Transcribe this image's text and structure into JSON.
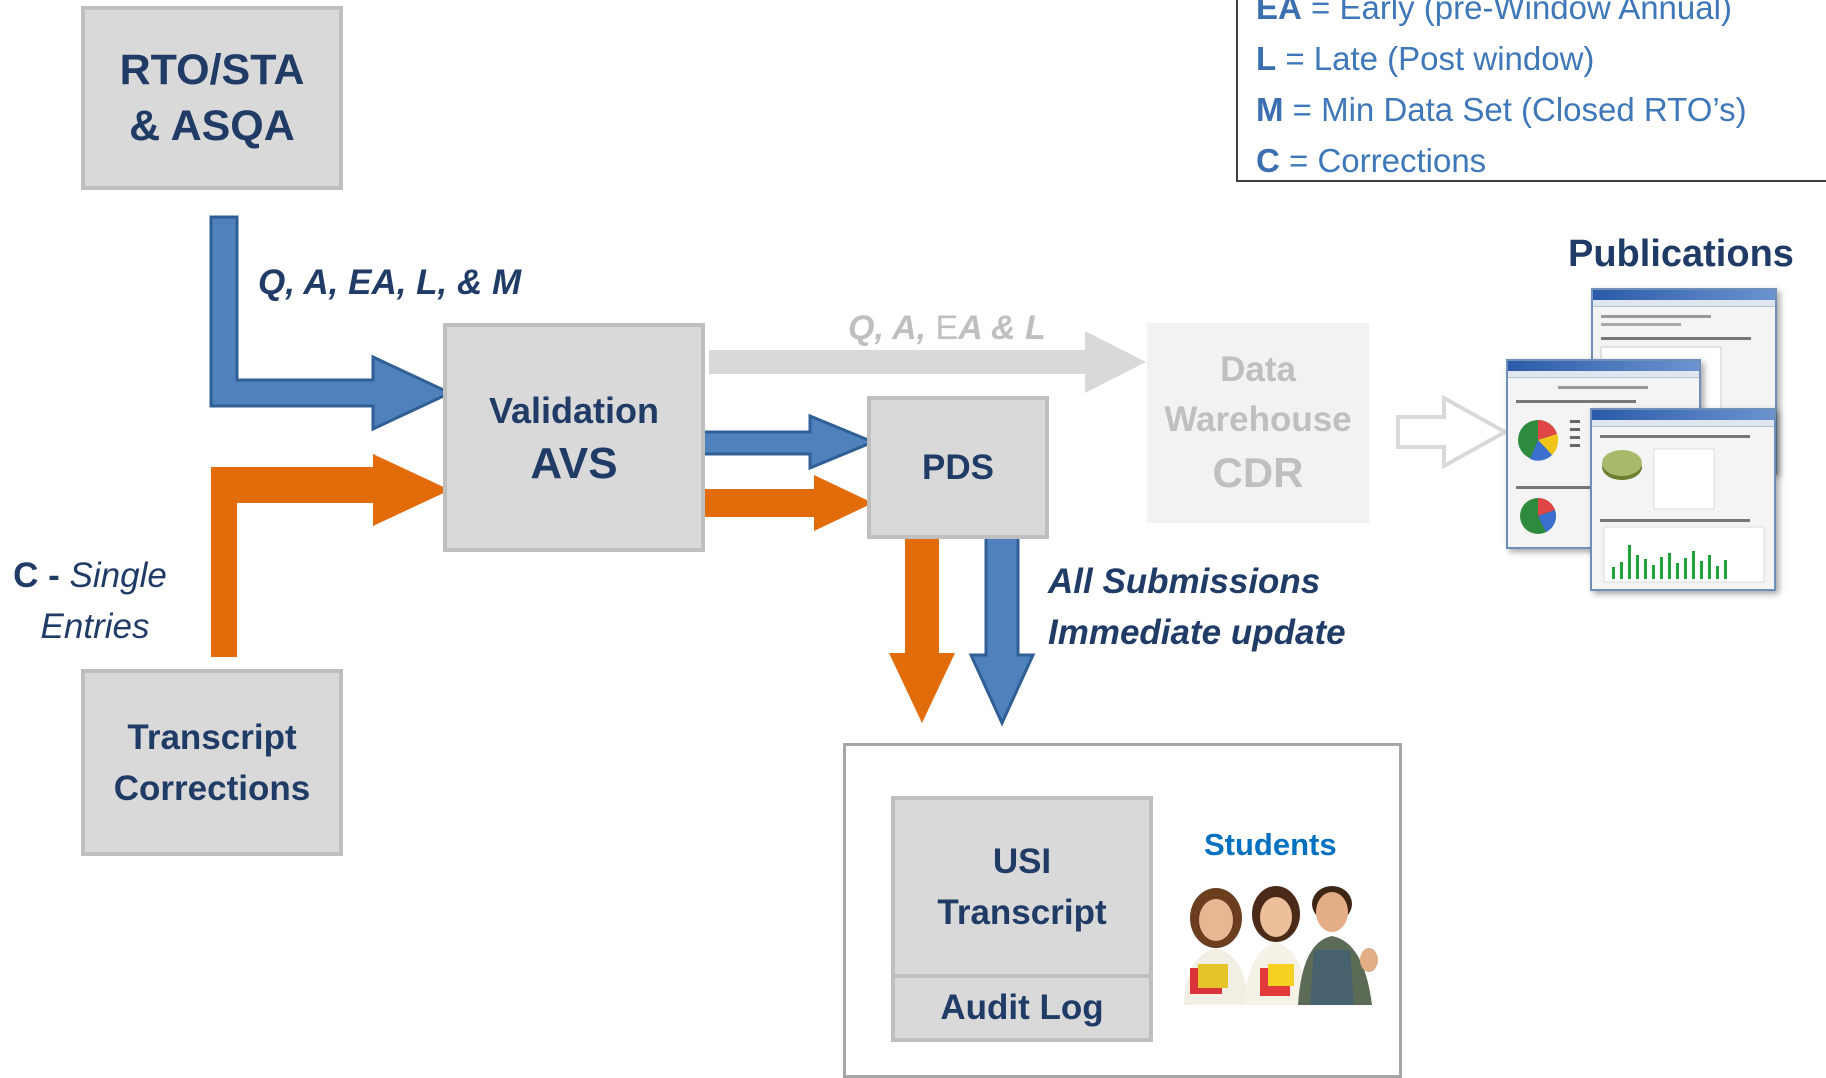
{
  "nodes": {
    "rto": {
      "line1": "RTO/STA",
      "line2": "& ASQA"
    },
    "validation": {
      "line1": "Validation",
      "line2": "AVS"
    },
    "pds": {
      "label": "PDS"
    },
    "warehouse": {
      "line1": "Data",
      "line2": "Warehouse",
      "line3": "CDR"
    },
    "transcript_corrections": {
      "line1": "Transcript",
      "line2": "Corrections"
    },
    "usi_transcript": {
      "line1": "USI",
      "line2": "Transcript"
    },
    "audit_log": {
      "label": "Audit Log"
    }
  },
  "labels": {
    "rto_flow": "Q, A, EA, L, & M",
    "warehouse_flow_a": "Q, A, ",
    "warehouse_flow_b": "E",
    "warehouse_flow_c": "A & L",
    "corrections_code": "C - ",
    "corrections_line1": "Single",
    "corrections_line2": "Entries",
    "submissions_line1": "All Submissions",
    "submissions_line2": "Immediate update",
    "publications": "Publications",
    "students": "Students"
  },
  "legend": [
    {
      "code": "EA",
      "desc": " = Early (pre-Window Annual)"
    },
    {
      "code": "L",
      "desc": " = Late (Post window)"
    },
    {
      "code": "M",
      "desc": " = Min Data Set (Closed RTO’s)"
    },
    {
      "code": "C",
      "desc": " = Corrections"
    }
  ],
  "colors": {
    "blue_arrow": "#4f81bd",
    "orange_arrow": "#e36c0a",
    "grey_arrow": "#d9d9d9",
    "box_fill": "#d9d9d9",
    "text_navy": "#1f3b66",
    "legend_blue": "#3f78b8",
    "students_blue": "#0070c0"
  }
}
